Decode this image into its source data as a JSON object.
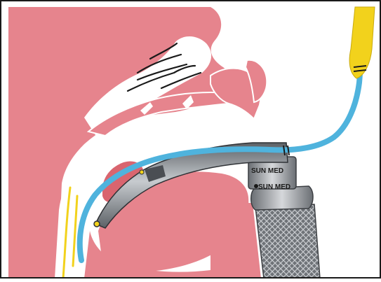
{
  "figure": {
    "colors": {
      "tissue": "#E6848D",
      "tissue_dark": "#D9656F",
      "background": "#FFFFFF",
      "tube": "#4FB3DD",
      "tube_yellow": "#F2D21C",
      "blade_metal": "#8F949A",
      "blade_dark": "#4A4E53",
      "handle": "#7C8085",
      "frame": "#1A1A1A"
    },
    "labels": {
      "blade_label_upper": "SUN MED",
      "blade_label_lower": "SUN MED"
    },
    "icons": [
      "anatomy-illustration",
      "laryngoscope-blade",
      "endotracheal-tube",
      "knurled-handle"
    ]
  }
}
